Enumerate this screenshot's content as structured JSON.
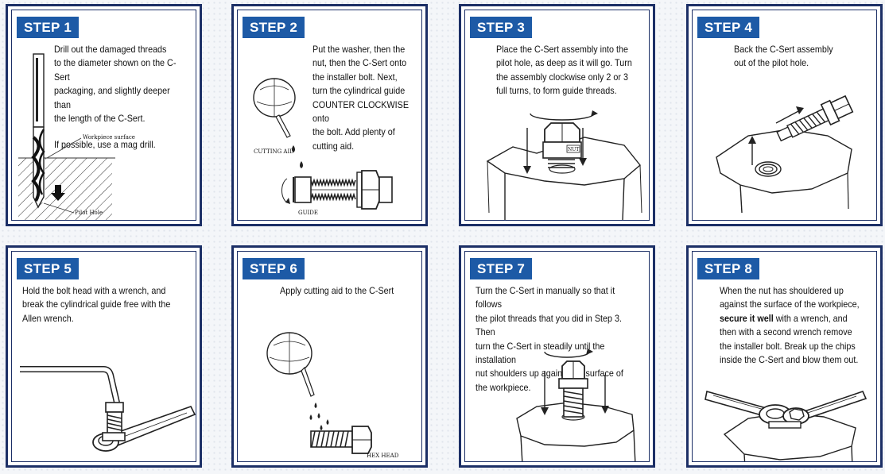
{
  "steps": [
    {
      "label": "STEP 1",
      "lines": [
        "Drill out the damaged threads",
        "to the diameter shown on the C-Sert",
        "packaging, and slightly deeper than",
        "the length of the C-Sert."
      ],
      "extra": "If possible, use a mag drill.",
      "callouts": {
        "surface": "Workpiece surface",
        "hole": "Pilot Hole"
      }
    },
    {
      "label": "STEP 2",
      "lines": [
        "Put the washer, then the",
        "nut, then the C-Sert onto",
        "the installer bolt. Next,",
        "turn the cylindrical guide",
        "COUNTER CLOCKWISE onto",
        "the bolt. Add plenty of",
        "cutting aid."
      ],
      "callouts": {
        "cutting_aid": "CUTTING AID",
        "guide": "GUIDE"
      }
    },
    {
      "label": "STEP 3",
      "lines": [
        "Place the C-Sert assembly into the",
        "pilot hole, as deep as it will go. Turn",
        "the assembly clockwise only 2 or 3",
        "full turns, to form guide threads."
      ],
      "callouts": {
        "nut": "NUT"
      }
    },
    {
      "label": "STEP 4",
      "lines": [
        "Back the C-Sert assembly",
        "out of the pilot hole."
      ]
    },
    {
      "label": "STEP 5",
      "lines": [
        "Hold the bolt head with a wrench, and",
        "break the cylindrical guide free with the",
        "Allen wrench."
      ]
    },
    {
      "label": "STEP 6",
      "lines": [
        "Apply cutting aid to the C-Sert"
      ],
      "callouts": {
        "hex_head": "HEX HEAD"
      }
    },
    {
      "label": "STEP 7",
      "lines": [
        "Turn the C-Sert in manually so that it follows",
        "the pilot threads that you did in Step 3. Then",
        "turn the C-Sert in steadily until the installation",
        "nut shoulders up against the surface of",
        "the workpiece."
      ]
    },
    {
      "label": "STEP 8",
      "line1": "When the nut has shouldered up",
      "line2": "against the surface of the workpiece,",
      "line3_bold": "secure it well",
      "line3_rest": " with a wrench, and",
      "line4": "then with a second wrench remove",
      "line5": "the installer bolt. Break up the chips",
      "line6": "inside the C-Sert and blow them out."
    }
  ]
}
